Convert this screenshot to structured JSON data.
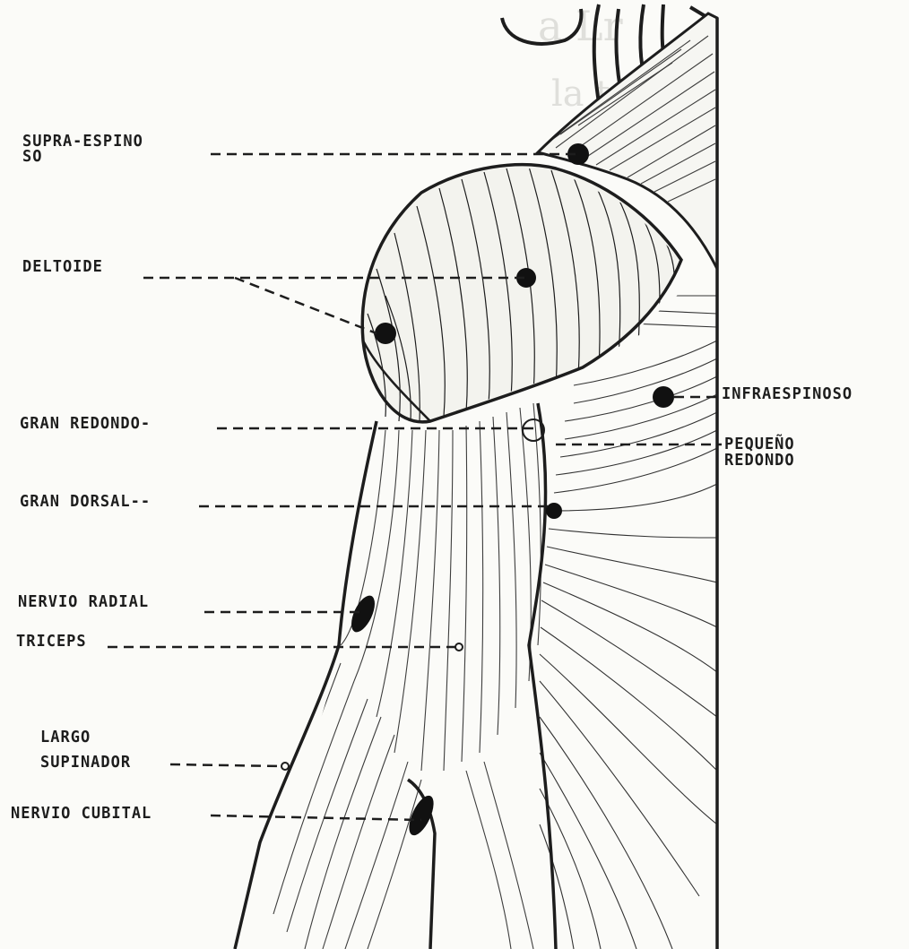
{
  "figure": {
    "labels": {
      "supra_espinoso_line1": "SUPRA-ESPINO",
      "supra_espinoso_line2": "SO",
      "deltoide": "DELTOIDE",
      "gran_redondo": "GRAN REDONDO-",
      "gran_dorsal": "GRAN DORSAL--",
      "nervio_radial": "NERVIO RADIAL",
      "triceps": "TRICEPS",
      "largo_supinador_line1": "LARGO",
      "largo_supinador_line2": "SUPINADOR",
      "nervio_cubital": "NERVIO CUBITAL",
      "infraespinoso": "INFRAESPINOSO",
      "pequeno_redondo_line1": "PEQUEÑO",
      "pequeno_redondo_line2": "REDONDO"
    },
    "colors": {
      "ink": "#1d1d1d",
      "paper": "#fbfbf8"
    }
  }
}
